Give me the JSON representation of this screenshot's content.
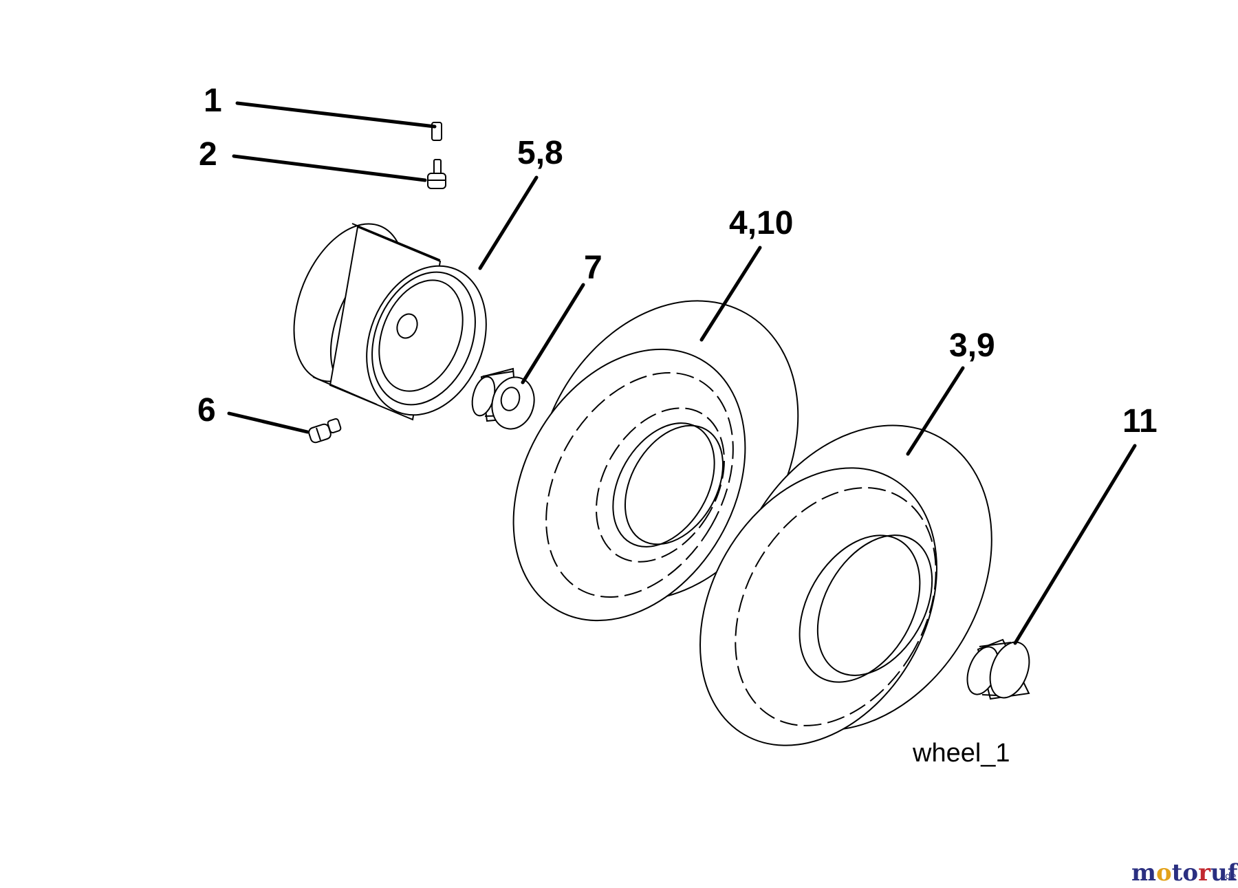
{
  "callouts": {
    "c1": "1",
    "c2": "2",
    "c58": "5,8",
    "c7": "7",
    "c410": "4,10",
    "c39": "3,9",
    "c6": "6",
    "c11": "11"
  },
  "caption": "wheel_1",
  "watermark": {
    "letters": [
      "m",
      "o",
      "t",
      "o",
      "r",
      "u",
      "f"
    ],
    "colors": [
      "#2a2f80",
      "#e3a21a",
      "#2a2f80",
      "#2a2f80",
      "#c2282f",
      "#2a2f80",
      "#2a2f80"
    ],
    "suffix": ".de"
  }
}
